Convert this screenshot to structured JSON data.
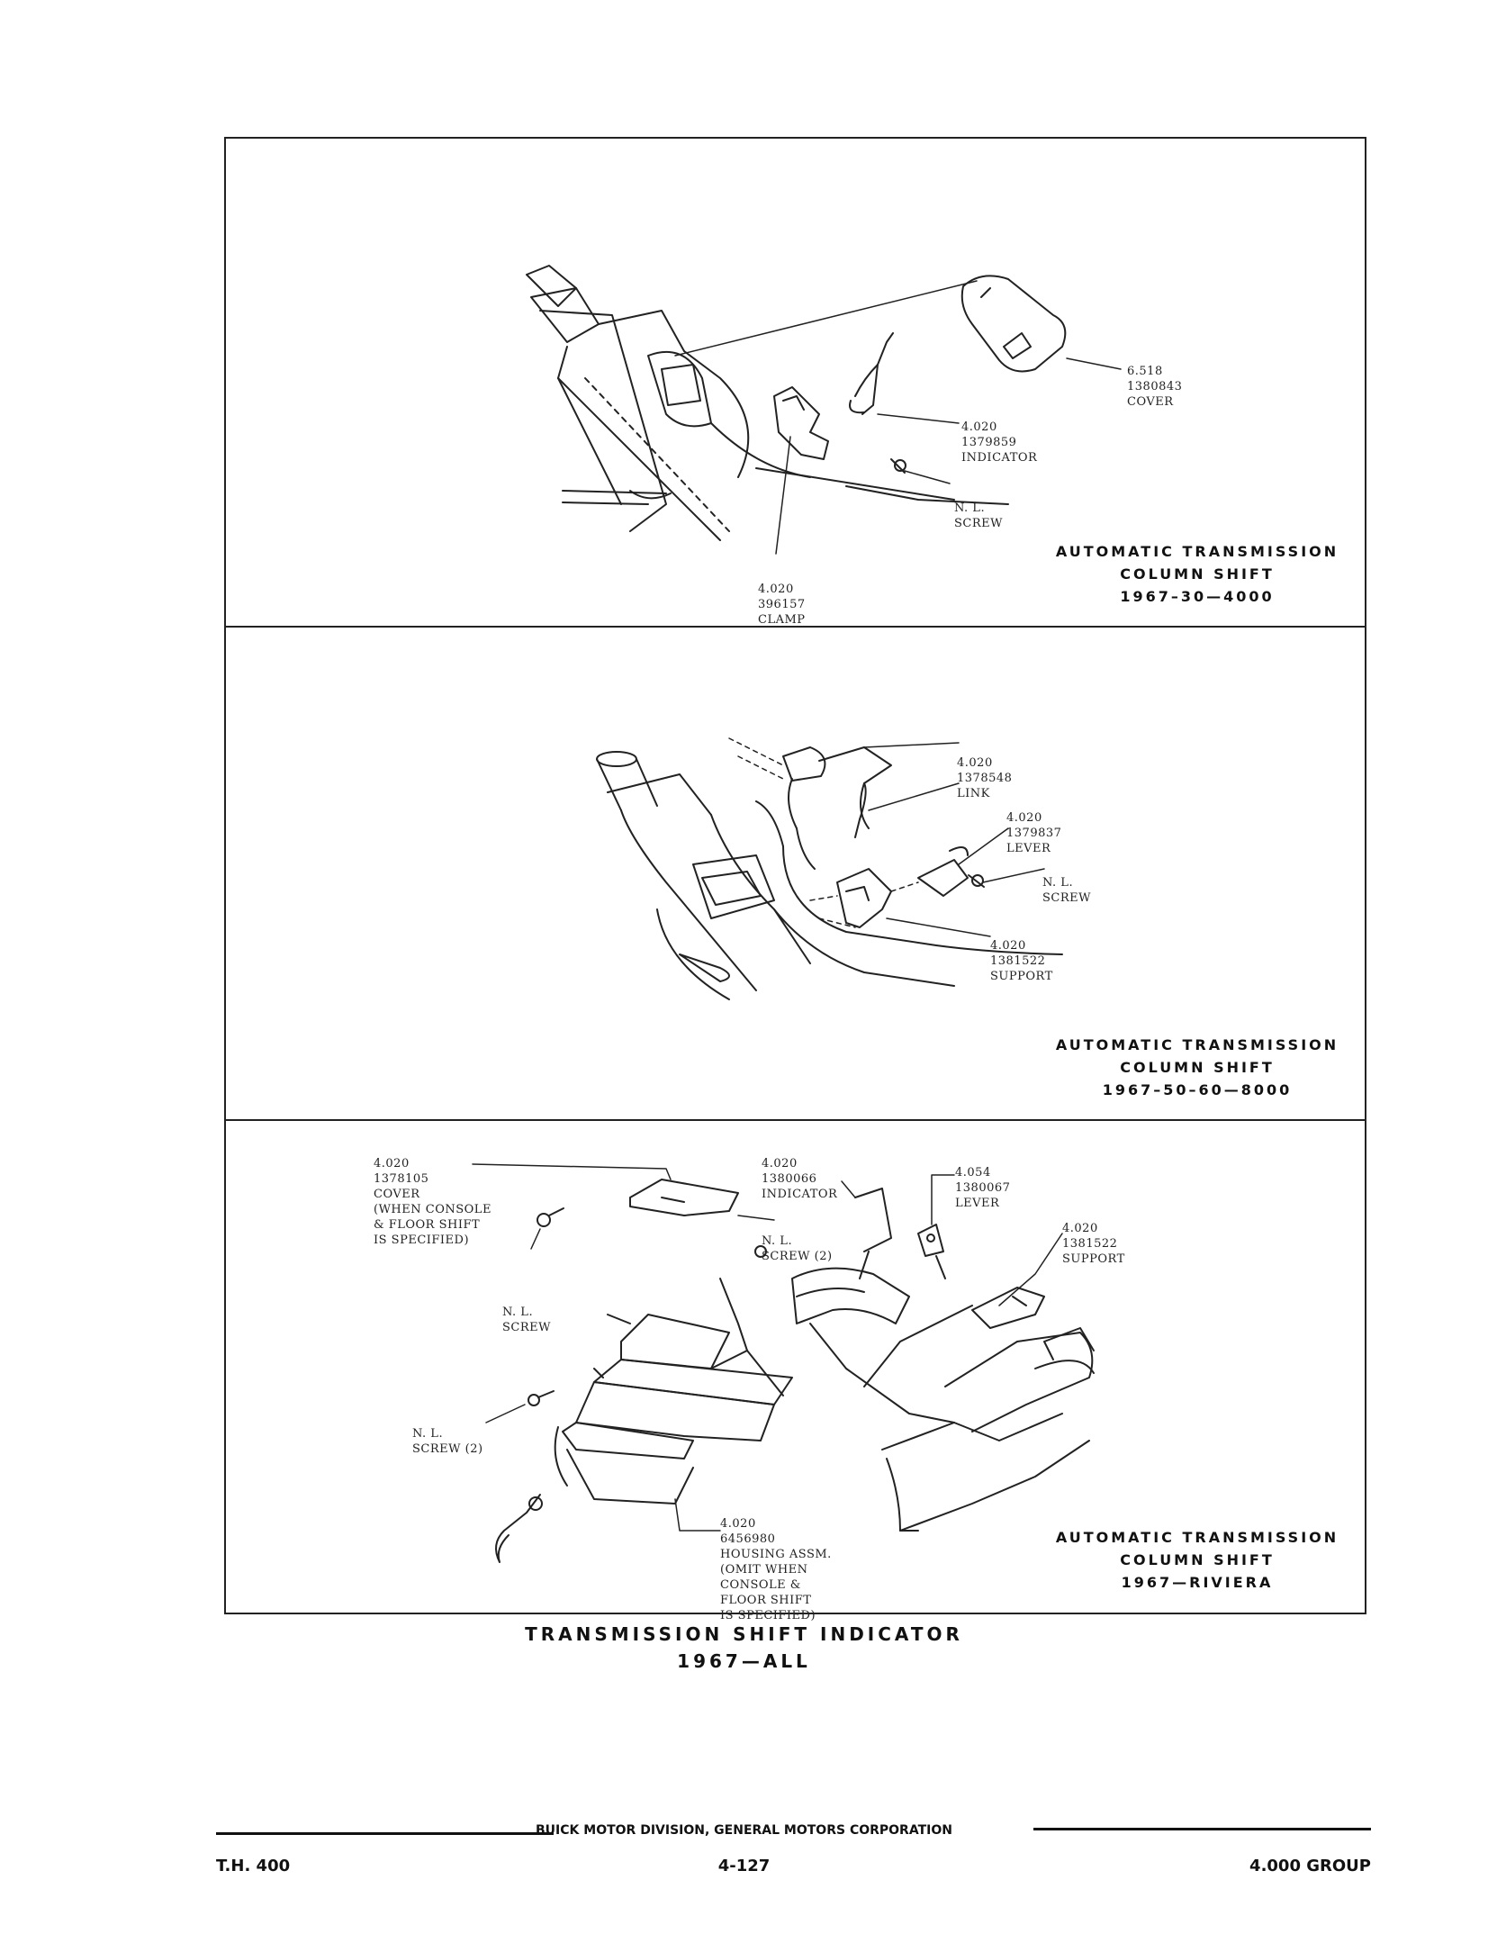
{
  "panels": [
    {
      "labels": [
        {
          "lines": [
            "6.518",
            "1380843",
            "COVER"
          ]
        },
        {
          "lines": [
            "4.020",
            "1379859",
            "INDICATOR"
          ]
        },
        {
          "lines": [
            "N. L.",
            "SCREW"
          ]
        },
        {
          "lines": [
            "4.020",
            "396157",
            "CLAMP"
          ]
        }
      ],
      "caption": [
        "AUTOMATIC TRANSMISSION",
        "COLUMN SHIFT",
        "1967–30—4000"
      ]
    },
    {
      "labels": [
        {
          "lines": [
            "4.020",
            "1378548",
            "LINK"
          ]
        },
        {
          "lines": [
            "4.020",
            "1379837",
            "LEVER"
          ]
        },
        {
          "lines": [
            "N. L.",
            "SCREW"
          ]
        },
        {
          "lines": [
            "4.020",
            "1381522",
            "SUPPORT"
          ]
        }
      ],
      "caption": [
        "AUTOMATIC TRANSMISSION",
        "COLUMN SHIFT",
        "1967–50–60—8000"
      ]
    },
    {
      "labels": [
        {
          "lines": [
            "4.020",
            "1378105",
            "COVER",
            "(WHEN CONSOLE",
            "& FLOOR SHIFT",
            "IS SPECIFIED)"
          ]
        },
        {
          "lines": [
            "4.020",
            "1380066",
            "INDICATOR"
          ]
        },
        {
          "lines": [
            "4.054",
            "1380067",
            "LEVER"
          ]
        },
        {
          "lines": [
            "N. L.",
            "SCREW (2)"
          ]
        },
        {
          "lines": [
            "4.020",
            "1381522",
            "SUPPORT"
          ]
        },
        {
          "lines": [
            "N. L.",
            "SCREW"
          ]
        },
        {
          "lines": [
            "N. L.",
            "SCREW (2)"
          ]
        },
        {
          "lines": [
            "4.020",
            "6456980",
            "HOUSING ASSM.",
            "(OMIT WHEN",
            "CONSOLE &",
            "FLOOR SHIFT",
            "IS SPECIFIED)"
          ]
        }
      ],
      "caption": [
        "AUTOMATIC TRANSMISSION",
        "COLUMN SHIFT",
        "1967—RIVIERA"
      ]
    }
  ],
  "title": {
    "line1": "TRANSMISSION SHIFT INDICATOR",
    "line2": "1967—ALL"
  },
  "footer": {
    "division": "BUICK MOTOR DIVISION, GENERAL MOTORS CORPORATION",
    "left": "T.H. 400",
    "page": "4-127",
    "right": "4.000 GROUP"
  }
}
